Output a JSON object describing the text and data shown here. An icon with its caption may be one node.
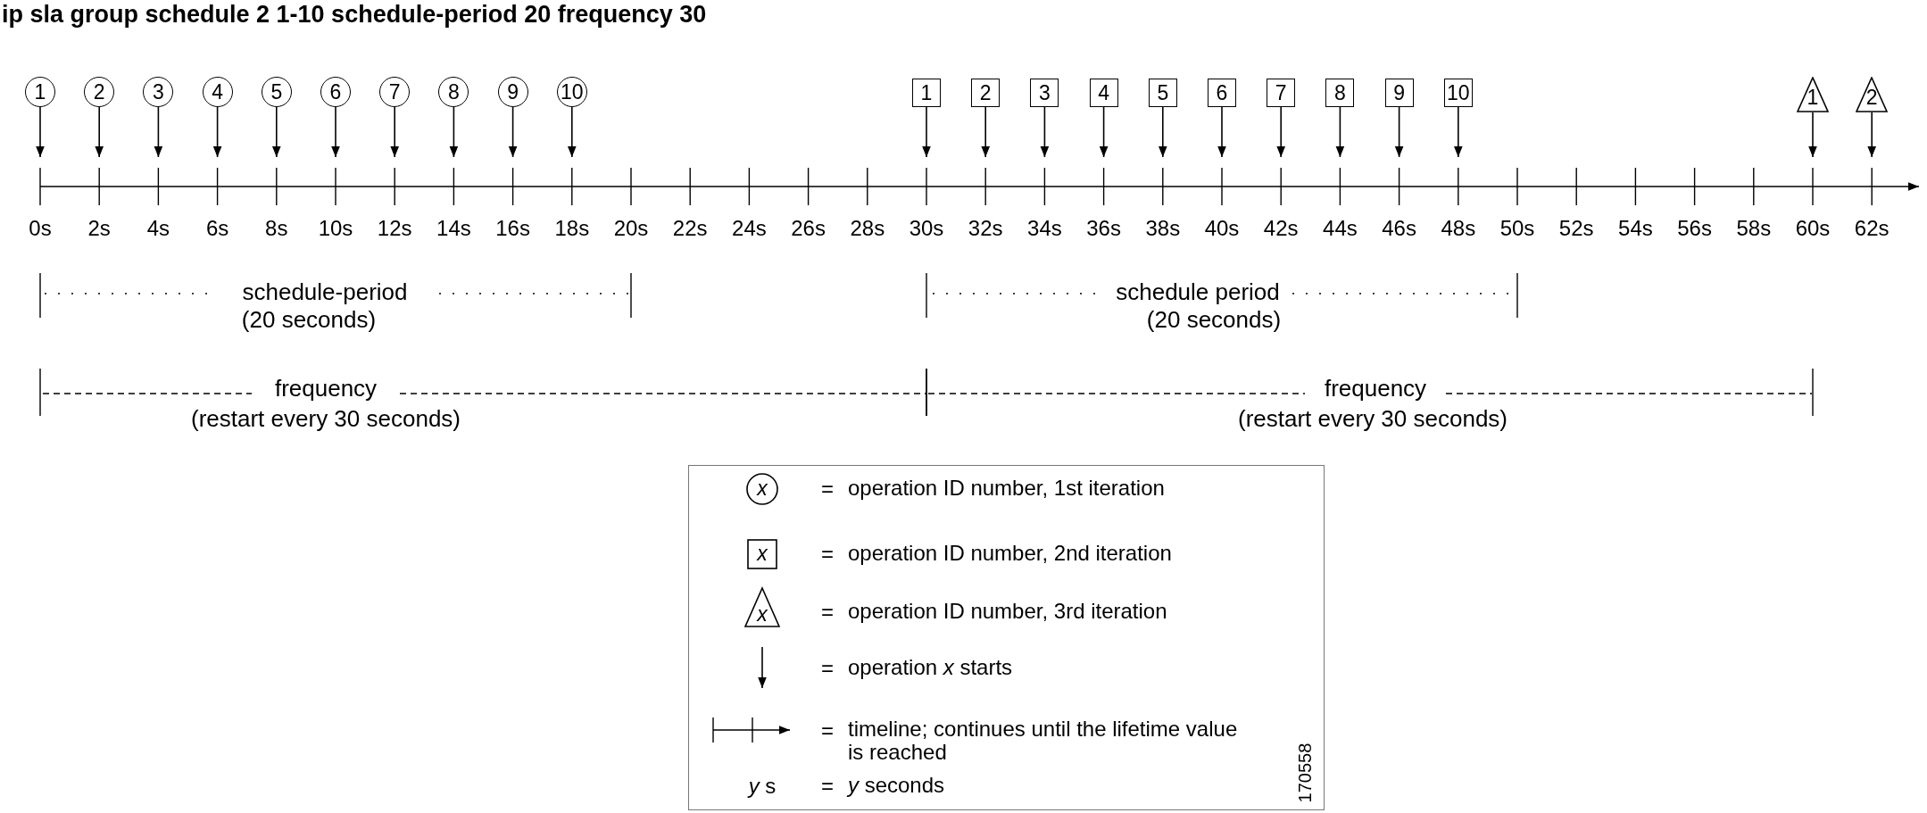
{
  "diagram": {
    "title": "ip sla group schedule 2  1-10 schedule-period 20 frequency 30",
    "nodes": [
      {
        "text": [
          "1"
        ]
      },
      {
        "text": [
          "2"
        ]
      },
      {
        "text": [
          "3"
        ]
      },
      {
        "text": [
          "4"
        ]
      },
      {
        "text": [
          "5"
        ]
      },
      {
        "text": [
          "6"
        ]
      },
      {
        "text": [
          "7"
        ]
      },
      {
        "text": [
          "8"
        ]
      },
      {
        "text": [
          "9"
        ]
      },
      {
        "text": [
          "10"
        ]
      },
      {
        "text": [
          "1"
        ]
      },
      {
        "text": [
          "2"
        ]
      },
      {
        "text": [
          "3"
        ]
      },
      {
        "text": [
          "4"
        ]
      },
      {
        "text": [
          "5"
        ]
      },
      {
        "text": [
          "6"
        ]
      },
      {
        "text": [
          "7"
        ]
      },
      {
        "text": [
          "8"
        ]
      },
      {
        "text": [
          "9"
        ]
      },
      {
        "text": [
          "10"
        ]
      },
      {
        "text": [
          "1"
        ]
      },
      {
        "text": [
          "2"
        ]
      }
    ],
    "edges": [
      {
        "from": 0,
        "to": null,
        "arrow": "to"
      },
      {
        "from": 1,
        "to": null,
        "arrow": "to"
      },
      {
        "from": 2,
        "to": null,
        "arrow": "to"
      },
      {
        "from": 3,
        "to": null,
        "arrow": "to"
      },
      {
        "from": 4,
        "to": null,
        "arrow": "to"
      },
      {
        "from": 5,
        "to": null,
        "arrow": "to"
      },
      {
        "from": 6,
        "to": null,
        "arrow": "to"
      },
      {
        "from": 7,
        "to": null,
        "arrow": "to"
      },
      {
        "from": 8,
        "to": null,
        "arrow": "to"
      },
      {
        "from": 9,
        "to": null,
        "arrow": "to"
      },
      {
        "from": 10,
        "to": null,
        "arrow": "to"
      },
      {
        "from": 11,
        "to": null,
        "arrow": "to"
      },
      {
        "from": 12,
        "to": null,
        "arrow": "to"
      },
      {
        "from": 13,
        "to": null,
        "arrow": "to"
      },
      {
        "from": 14,
        "to": null,
        "arrow": "to"
      },
      {
        "from": 15,
        "to": null,
        "arrow": "to"
      },
      {
        "from": 16,
        "to": null,
        "arrow": "to"
      },
      {
        "from": 17,
        "to": null,
        "arrow": "to"
      },
      {
        "from": 18,
        "to": null,
        "arrow": "to"
      },
      {
        "from": 19,
        "to": null,
        "arrow": "to"
      },
      {
        "from": 20,
        "to": null,
        "arrow": "to"
      },
      {
        "from": 21,
        "to": null,
        "arrow": "to"
      }
    ],
    "labels": [
      "0s",
      "2s",
      "4s",
      "6s",
      "8s",
      "10s",
      "12s",
      "14s",
      "16s",
      "18s",
      "20s",
      "22s",
      "24s",
      "26s",
      "28s",
      "30s",
      "32s",
      "34s",
      "36s",
      "38s",
      "40s",
      "42s",
      "44s",
      "46s",
      "48s",
      "50s",
      "52s",
      "54s",
      "56s",
      "58s",
      "60s",
      "62s",
      "schedule-period",
      "(20 seconds)",
      "schedule period",
      "(20 seconds)",
      "frequency",
      "(restart every 30 seconds)",
      "frequency",
      "(restart every 30 seconds)",
      "x",
      "=",
      "x",
      "=",
      "x",
      "=",
      "=",
      "=",
      "*y* s",
      "=",
      "170558"
    ],
    "legend": [
      {
        "text": "operation ID number, 1st iteration"
      },
      {
        "text": "operation ID number, 2nd iteration"
      },
      {
        "text": "operation ID number, 3rd iteration"
      },
      {
        "text": "operation *x* starts"
      },
      {
        "text": "timeline; continues until the lifetime value is reached"
      },
      {
        "text": "*y* seconds"
      }
    ]
  }
}
